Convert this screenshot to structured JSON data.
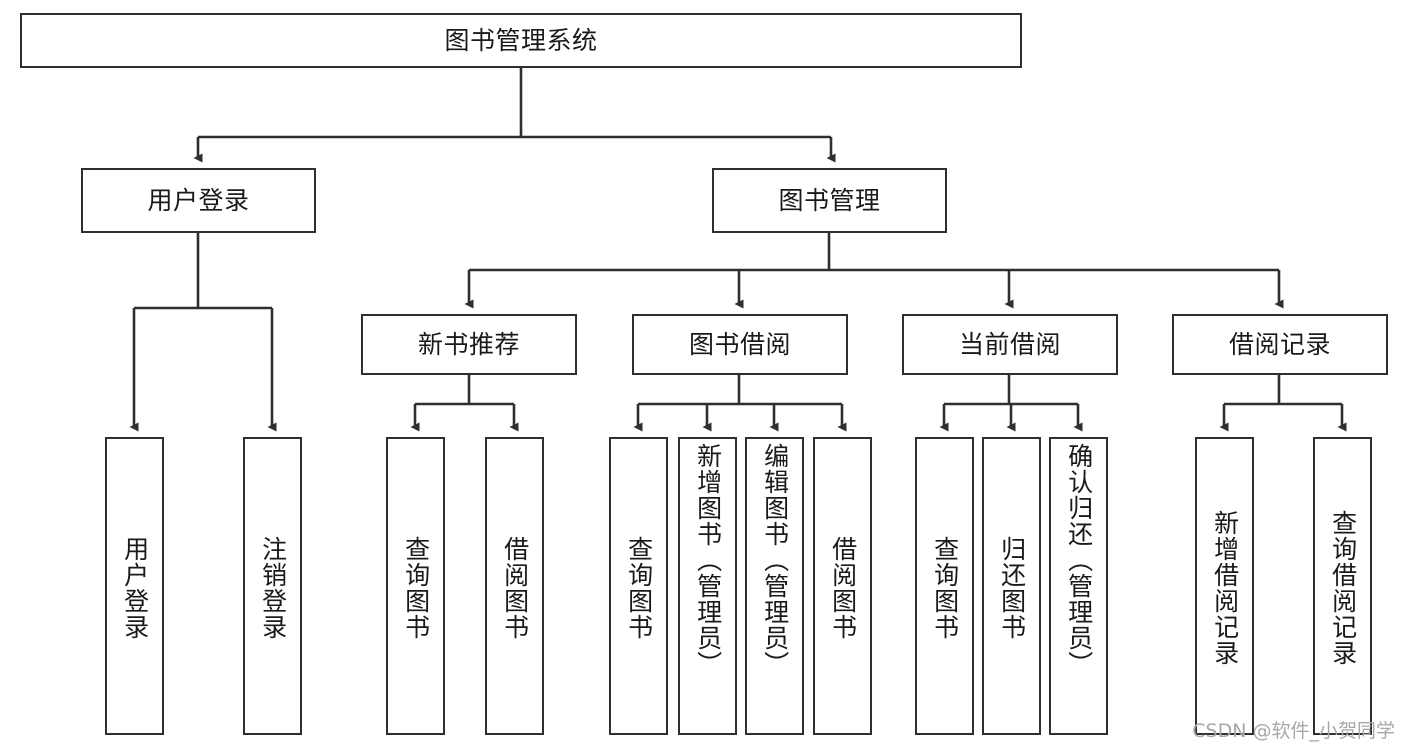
{
  "diagram": {
    "title": "图书管理系统",
    "type": "tree-hierarchy-chart",
    "root": {
      "id": "root",
      "label": "图书管理系统"
    },
    "level2": [
      {
        "id": "user-login",
        "label": "用户登录"
      },
      {
        "id": "book-manage",
        "label": "图书管理"
      }
    ],
    "level3": [
      {
        "id": "new-book-rec",
        "label": "新书推荐",
        "parent": "book-manage"
      },
      {
        "id": "book-borrow",
        "label": "图书借阅",
        "parent": "book-manage"
      },
      {
        "id": "current-borrow",
        "label": "当前借阅",
        "parent": "book-manage"
      },
      {
        "id": "borrow-record",
        "label": "借阅记录",
        "parent": "book-manage"
      }
    ],
    "leaves": [
      {
        "id": "leaf-user-login",
        "label": "用户登录",
        "parent": "user-login"
      },
      {
        "id": "leaf-logout-login",
        "label": "注销登录",
        "parent": "user-login"
      },
      {
        "id": "leaf-query-book-1",
        "label": "查询图书",
        "parent": "new-book-rec"
      },
      {
        "id": "leaf-borrow-book-1",
        "label": "借阅图书",
        "parent": "new-book-rec"
      },
      {
        "id": "leaf-query-book-2",
        "label": "查询图书",
        "parent": "book-borrow"
      },
      {
        "id": "leaf-add-book",
        "label": "新增图书（管理员）",
        "parent": "book-borrow"
      },
      {
        "id": "leaf-edit-book",
        "label": "编辑图书（管理员）",
        "parent": "book-borrow"
      },
      {
        "id": "leaf-borrow-book-2",
        "label": "借阅图书",
        "parent": "book-borrow"
      },
      {
        "id": "leaf-query-book-3",
        "label": "查询图书",
        "parent": "current-borrow"
      },
      {
        "id": "leaf-return-book",
        "label": "归还图书",
        "parent": "current-borrow"
      },
      {
        "id": "leaf-confirm-return",
        "label": "确认归还（管理员）",
        "parent": "current-borrow"
      },
      {
        "id": "leaf-add-record",
        "label": "新增借阅记录",
        "parent": "borrow-record"
      },
      {
        "id": "leaf-query-record",
        "label": "查询借阅记录",
        "parent": "borrow-record"
      }
    ],
    "watermark": "CSDN @软件_小贺同学",
    "colors": {
      "stroke": "#2f2f2f",
      "fill": "#ffffff",
      "text": "#1a1a1a",
      "watermark": "#a8a8a8"
    }
  }
}
